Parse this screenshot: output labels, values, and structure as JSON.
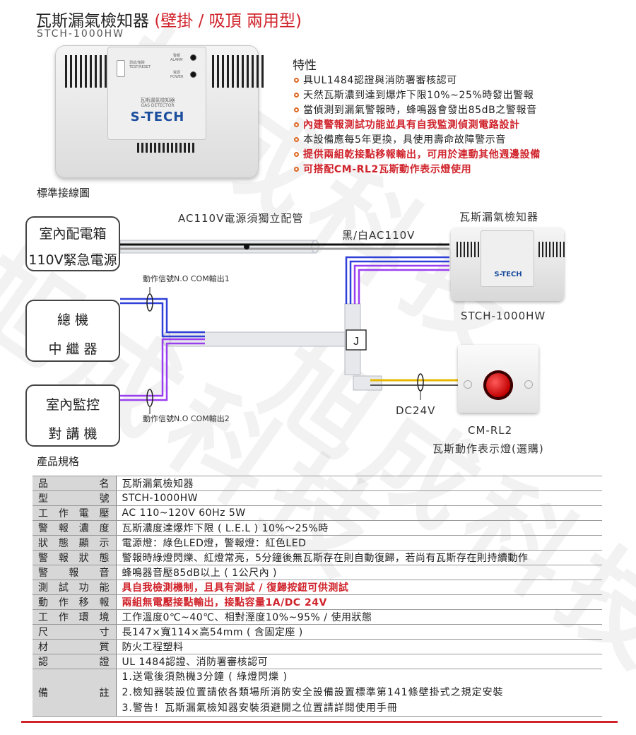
{
  "header": {
    "title_main": "瓦斯漏氣檢知器",
    "title_type": "(壁掛 / 吸頂 兩用型)",
    "model": "STCH-1000HW"
  },
  "device_image": {
    "test_label": "測試/復歸",
    "test_label_en": "TEST/RESET",
    "alarm_label": "警報",
    "alarm_label_en": "ALARM",
    "power_label": "電源",
    "power_label_en": "POWER",
    "product_cn": "瓦斯漏氣檢知器",
    "product_en": "GAS DETECTOR",
    "brand": "S-TECH"
  },
  "features": {
    "title": "特性",
    "items": [
      {
        "text": "具UL1484認證與消防署審核認可",
        "highlight": false
      },
      {
        "text": "天然瓦斯濃到達到爆炸下限10%~25%時發出警報",
        "highlight": false
      },
      {
        "text": "當偵測到漏氣警報時，蜂鳴器會發出85dB之警報音",
        "highlight": false
      },
      {
        "text": "內建警報測試功能並具有自我監測偵測電路設計",
        "highlight": true
      },
      {
        "text": "本設備應每5年更換，具使用壽命故障警示音",
        "highlight": false
      },
      {
        "text": "提供兩組乾接點移報輸出，可用於連動其他週邊設備",
        "highlight": true
      },
      {
        "text": "可搭配CM-RL2瓦斯動作表示燈使用",
        "highlight": true
      }
    ]
  },
  "wiring": {
    "section_title": "標準接線圖",
    "power_box": {
      "line1": "室內配電箱",
      "line2": "110V緊急電源"
    },
    "host_box": {
      "line1": "總 機",
      "line2": "中 繼 器"
    },
    "intercom_box": {
      "line1": "室內監控",
      "line2": "對 講 機"
    },
    "ac_note": "AC110V電源須獨立配管",
    "ac_wire": "黑/白AC110V",
    "output1": "動作信號N.O COM輸出1",
    "output2": "動作信號N.O COM輸出2",
    "junction": "J",
    "dc_label": "DC24V",
    "detector_title": "瓦斯漏氣檢知器",
    "detector_model": "STCH-1000HW",
    "lamp_model": "CM-RL2",
    "lamp_name": "瓦斯動作表示燈(選購)"
  },
  "specs": {
    "section_title": "產品規格",
    "rows": [
      {
        "label": [
          "品",
          "名"
        ],
        "value": "瓦斯漏氣檢知器",
        "highlight": false
      },
      {
        "label": [
          "型",
          "號"
        ],
        "value": "STCH-1000HW",
        "highlight": false
      },
      {
        "label": [
          "工",
          "作",
          "電",
          "壓"
        ],
        "value": "AC 110~120V 60Hz 5W",
        "highlight": false
      },
      {
        "label": [
          "警",
          "報",
          "濃",
          "度"
        ],
        "value": "瓦斯濃度達爆炸下限 ( L.E.L ) 10%～25%時",
        "highlight": false
      },
      {
        "label": [
          "狀",
          "態",
          "顯",
          "示"
        ],
        "value": "電源燈：綠色LED燈，警報燈：紅色LED",
        "highlight": false
      },
      {
        "label": [
          "警",
          "報",
          "狀",
          "態"
        ],
        "value": "警報時綠燈閃爍、紅燈常亮，5分鐘後無瓦斯存在則自動復歸，若尚有瓦斯存在則持續動作",
        "highlight": false
      },
      {
        "label": [
          "警",
          "報",
          "音"
        ],
        "value": "蜂鳴器音壓85dB以上 ( 1公尺內 )",
        "highlight": false
      },
      {
        "label": [
          "測",
          "試",
          "功",
          "能"
        ],
        "value": "具自我檢測機制，且具有測試 / 復歸按鈕可供測試",
        "highlight": true
      },
      {
        "label": [
          "動",
          "作",
          "移",
          "報"
        ],
        "value": "兩組無電壓接點輸出，接點容量1A/DC 24V",
        "highlight": true
      },
      {
        "label": [
          "工",
          "作",
          "環",
          "境"
        ],
        "value": "工作溫度0℃~40℃、相對溼度10%~95% / 使用狀態",
        "highlight": false
      },
      {
        "label": [
          "尺",
          "寸"
        ],
        "value": "長147×寬114×高54mm ( 含固定座 )",
        "highlight": false
      },
      {
        "label": [
          "材",
          "質"
        ],
        "value": "防火工程塑料",
        "highlight": false
      },
      {
        "label": [
          "認",
          "證"
        ],
        "value": "UL 1484認證、消防署審核認可",
        "highlight": false
      }
    ],
    "notes_label": [
      "備",
      "註"
    ],
    "notes": [
      "1.送電後須熱機3分鐘 ( 綠燈閃爍 )",
      "2.檢知器裝設位置請依各類場所消防安全設備設置標準第141條壁掛式之規定安裝",
      "3.警告！瓦斯漏氣檢知器安裝須避開之位置請詳閱使用手冊"
    ]
  },
  "watermark_text": "旭成科技",
  "colors": {
    "accent_red": "#d0232b",
    "brand_blue": "#1b4d9e",
    "wire_blue": "#2f3fd8",
    "wire_purple": "#9a3ff0",
    "wire_yellow": "#e8b800"
  }
}
